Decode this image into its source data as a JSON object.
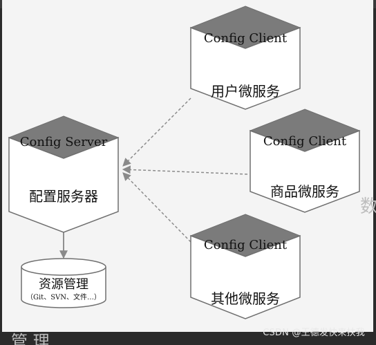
{
  "server": {
    "title": "Config Server",
    "label": "配置服务器"
  },
  "storage": {
    "title": "资源管理",
    "subtitle": "（Git、SVN、文件…）"
  },
  "clients": [
    {
      "title": "Config  Client",
      "label": "用户微服务"
    },
    {
      "title": "Config  Client",
      "label": "商品微服务"
    },
    {
      "title": "Config  Client",
      "label": "其他微服务"
    }
  ],
  "background_text": {
    "right_char": "数",
    "bottom_text": "管 理"
  },
  "watermark": "CSDN @王德发快来扶我",
  "colors": {
    "cap": "#7b7b7b",
    "body": "#ffffff",
    "stroke": "#6f6f6f",
    "arrow": "#8a8a8a",
    "paper": "#f4f4f4"
  }
}
